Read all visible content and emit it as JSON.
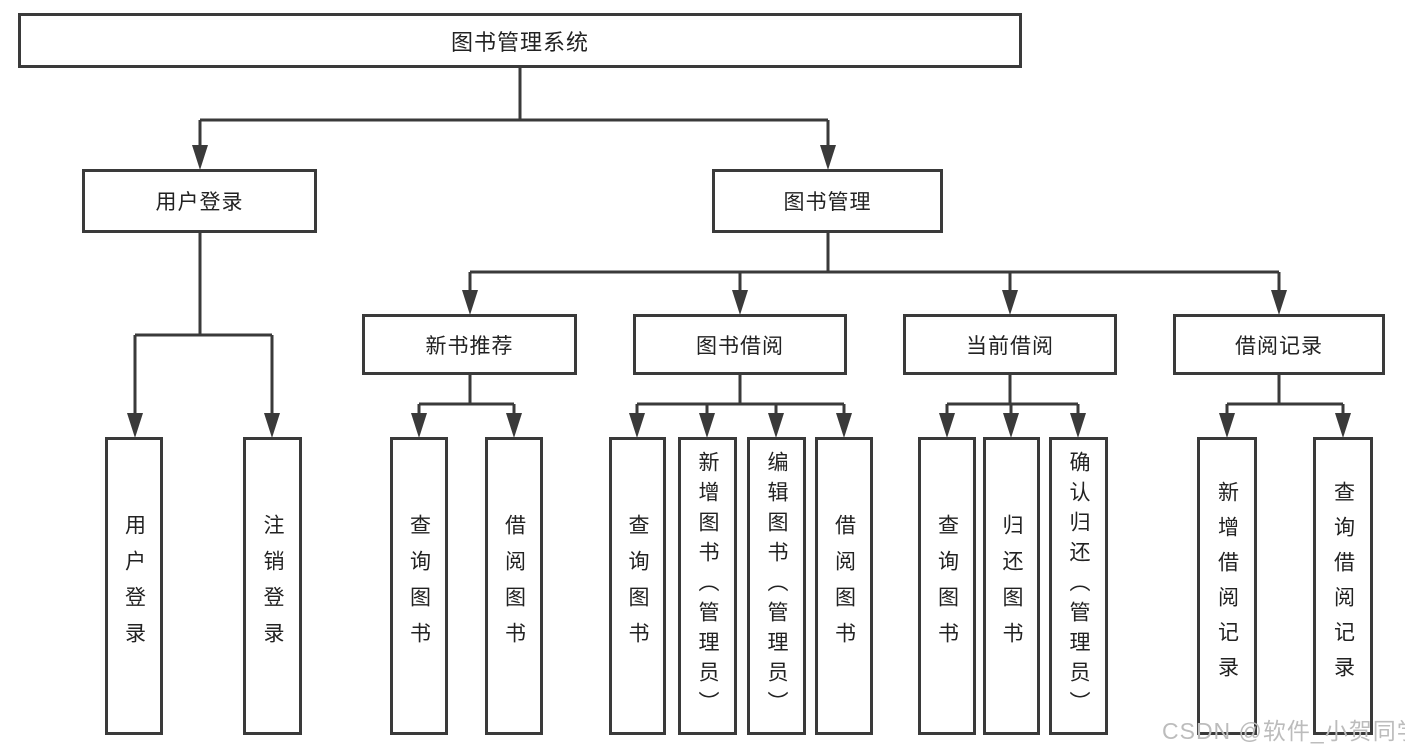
{
  "diagram": {
    "root": {
      "label": "图书管理系统"
    },
    "branches": [
      {
        "label": "用户登录",
        "children": [
          {
            "label": "用户登录"
          },
          {
            "label": "注销登录"
          }
        ]
      },
      {
        "label": "图书管理",
        "children": [
          {
            "label": "新书推荐",
            "children": [
              {
                "label": "查询图书"
              },
              {
                "label": "借阅图书"
              }
            ]
          },
          {
            "label": "图书借阅",
            "children": [
              {
                "label": "查询图书"
              },
              {
                "label": "新增图书（管理员）"
              },
              {
                "label": "编辑图书（管理员）"
              },
              {
                "label": "借阅图书"
              }
            ]
          },
          {
            "label": "当前借阅",
            "children": [
              {
                "label": "查询图书"
              },
              {
                "label": "归还图书"
              },
              {
                "label": "确认归还（管理员）"
              }
            ]
          },
          {
            "label": "借阅记录",
            "children": [
              {
                "label": "新增借阅记录"
              },
              {
                "label": "查询借阅记录"
              }
            ]
          }
        ]
      }
    ]
  },
  "watermark": {
    "text": "CSDN @软件_小贺同学"
  },
  "colors": {
    "line": "#3a3a3a",
    "text": "#222222",
    "box_background": "#ffffff",
    "watermark": "#bcbcbc",
    "background": "#ffffff"
  }
}
